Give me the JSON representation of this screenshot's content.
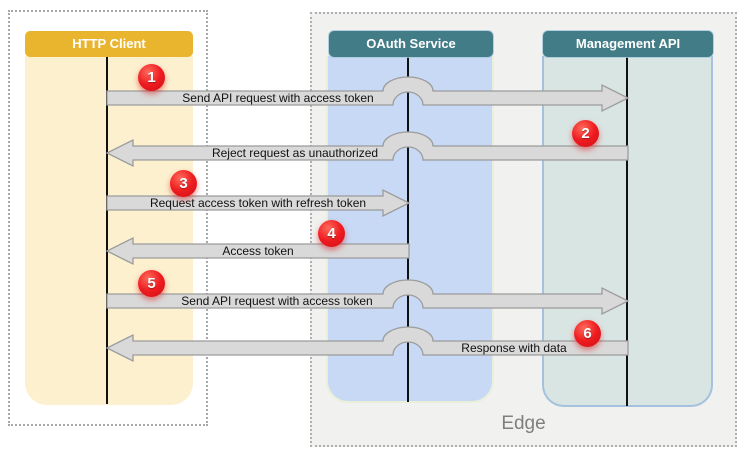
{
  "actors": [
    {
      "name": "HTTP Client",
      "header_color": "#EAB52E",
      "lane_color": "#FCF0CF"
    },
    {
      "name": "OAuth Service",
      "header_color": "#417C87",
      "lane_color": "#C7D9F4"
    },
    {
      "name": "Management API",
      "header_color": "#417C87",
      "lane_color": "#D9E5E3"
    }
  ],
  "boundary": {
    "edge_label": "Edge"
  },
  "messages": [
    {
      "step": "1",
      "label": "Send API request with access token",
      "from": "HTTP Client",
      "to": "Management API",
      "direction": "right"
    },
    {
      "step": "2",
      "label": "Reject request as unauthorized",
      "from": "Management API",
      "to": "HTTP Client",
      "direction": "left"
    },
    {
      "step": "3",
      "label": "Request access token with refresh token",
      "from": "HTTP Client",
      "to": "OAuth Service",
      "direction": "right"
    },
    {
      "step": "4",
      "label": "Access token",
      "from": "OAuth Service",
      "to": "HTTP Client",
      "direction": "left"
    },
    {
      "step": "5",
      "label": "Send API request with access token",
      "from": "HTTP Client",
      "to": "Management API",
      "direction": "right"
    },
    {
      "step": "6",
      "label": "Response with data",
      "from": "Management API",
      "to": "HTTP Client",
      "direction": "left"
    }
  ],
  "colors": {
    "badge_red": "#EE1C20",
    "arrow_fill": "#D9D9D9",
    "arrow_border": "#9C9C9C",
    "edge_box_fill": "#F1F1EF",
    "boundary_border": "#A8A8A8"
  }
}
